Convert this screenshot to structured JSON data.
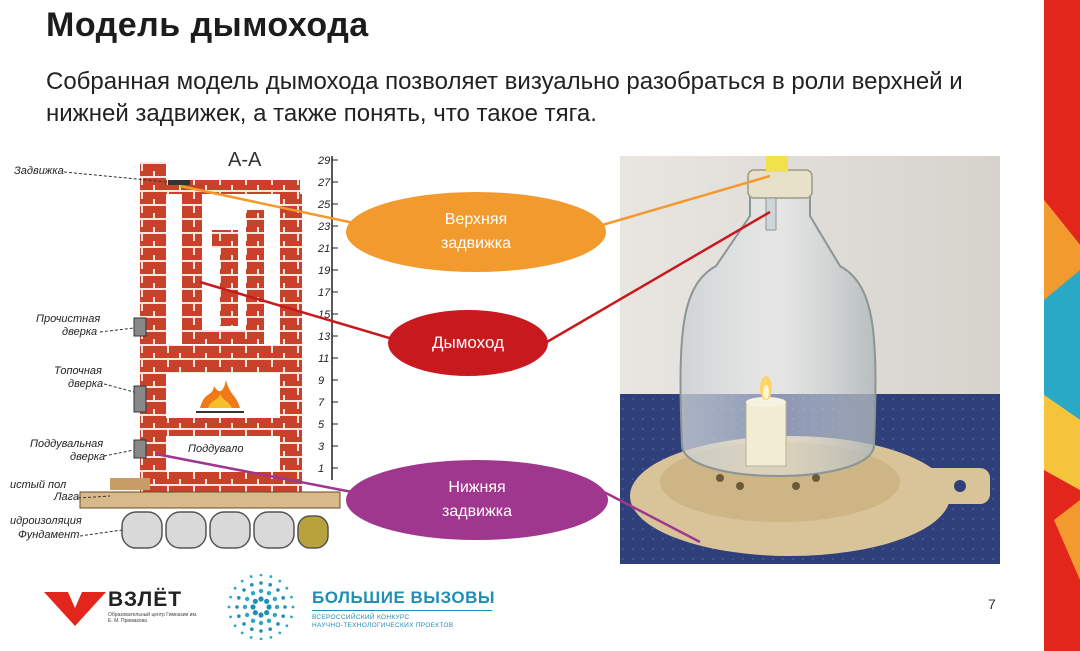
{
  "title": "Модель дымохода",
  "subtitle": "Собранная модель дымохода позволяет визуально разобраться в роли верхней и нижней задвижек, а также понять, что такое тяга.",
  "diagram": {
    "section_label": "А-А",
    "labels": {
      "zadvizhka": "Задвижка",
      "prochistnaya_1": "Прочистная",
      "prochistnaya_2": "дверка",
      "topochnaya_1": "Топочная",
      "topochnaya_2": "дверка",
      "poddув_1": "Поддувальная",
      "poddув_2": "дверка",
      "poddувalo": "Поддувало",
      "chistyi_pol": "истый пол",
      "laga": "Лага",
      "gidroizolyaciya": "идроизоляция",
      "fundament": "Фундамент"
    },
    "scale_numbers": [
      "29",
      "27",
      "25",
      "23",
      "21",
      "19",
      "17",
      "15",
      "13",
      "11",
      "9",
      "7",
      "5",
      "3",
      "1"
    ]
  },
  "callouts": {
    "upper": {
      "line1": "Верхняя",
      "line2": "задвижка",
      "color": "#f29a2e"
    },
    "chimney": {
      "line1": "Дымоход",
      "color": "#c8191e"
    },
    "lower": {
      "line1": "Нижняя",
      "line2": "задвижка",
      "color": "#a0378e"
    }
  },
  "footer": {
    "logo1_name": "ВЗЛЁТ",
    "logo1_sub": "Образовательный центр Гимназии им. Е. М. Примакова",
    "logo2_name": "БОЛЬШИЕ ВЫЗОВЫ",
    "logo2_sub1": "ВСЕРОССИЙСКИЙ КОНКУРС",
    "logo2_sub2": "НАУЧНО-ТЕХНОЛОГИЧЕСКИХ ПРОЕКТОВ",
    "page_number": "7"
  },
  "colors": {
    "brick": "#c9412b",
    "accent_red": "#e2261c",
    "accent_orange": "#f29a2e",
    "accent_teal": "#2aa9c6",
    "accent_purple": "#a0378e"
  }
}
